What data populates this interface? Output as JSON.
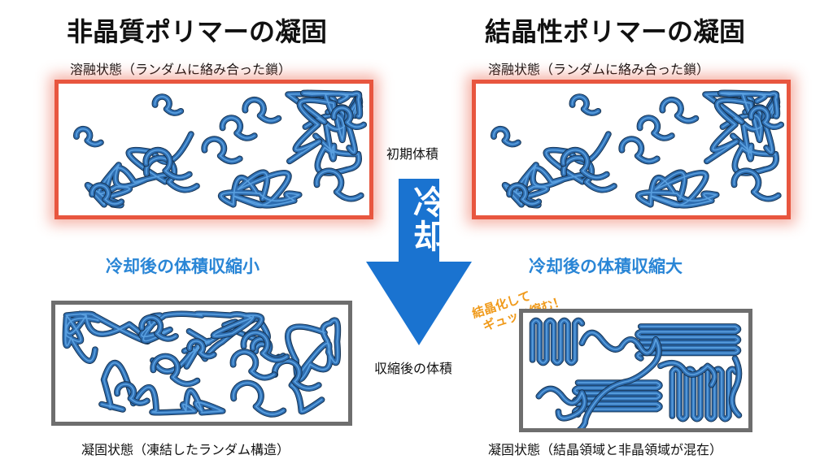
{
  "left": {
    "title": "非晶質ポリマーの凝固",
    "molten_label": "溶融状態（ランダムに絡み合った鎖）",
    "shrink_label": "冷却後の体積収縮小",
    "solid_label": "凝固状態（凍結したランダム構造）"
  },
  "right": {
    "title": "結晶性ポリマーの凝固",
    "molten_label": "溶融状態（ランダムに絡み合った鎖）",
    "shrink_label": "冷却後の体積収縮大",
    "solid_label": "凝固状態（結晶領域と非晶領域が混在）",
    "callout_line1": "結晶化して",
    "callout_line2": "ギュッと縮む！"
  },
  "center": {
    "initial_volume": "初期体積",
    "arrow_label": "冷却",
    "final_volume": "収縮後の体積"
  },
  "colors": {
    "chain": "#2e6db0",
    "chain_highlight": "#5aa0e0",
    "hot_border": "#e8563f",
    "cold_border": "#6e6e6e",
    "arrow": "#1a73d0",
    "accent_text": "#2a86d6",
    "callout": "#f09a1a"
  }
}
